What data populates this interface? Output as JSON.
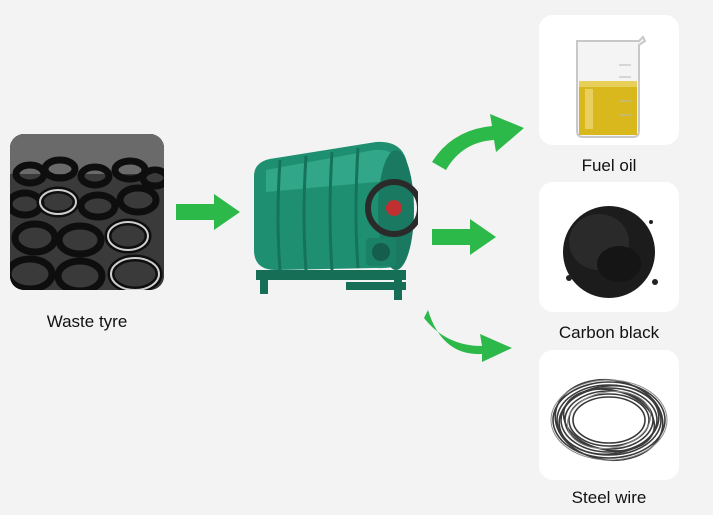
{
  "input": {
    "label": "Waste tyre"
  },
  "outputs": [
    {
      "label": "Fuel oil"
    },
    {
      "label": "Carbon black"
    },
    {
      "label": "Steel wire"
    }
  ],
  "colors": {
    "arrow": "#2db84a",
    "machine": "#1f8f72",
    "oil": "#d9b81e",
    "background": "#f3f3f3"
  },
  "icons": {
    "tyre_pile": "tyre-pile-image",
    "machine": "pyrolysis-reactor-image",
    "oil": "fuel-oil-beaker-image",
    "carbon": "carbon-black-powder-image",
    "steel": "steel-wire-coil-image"
  }
}
